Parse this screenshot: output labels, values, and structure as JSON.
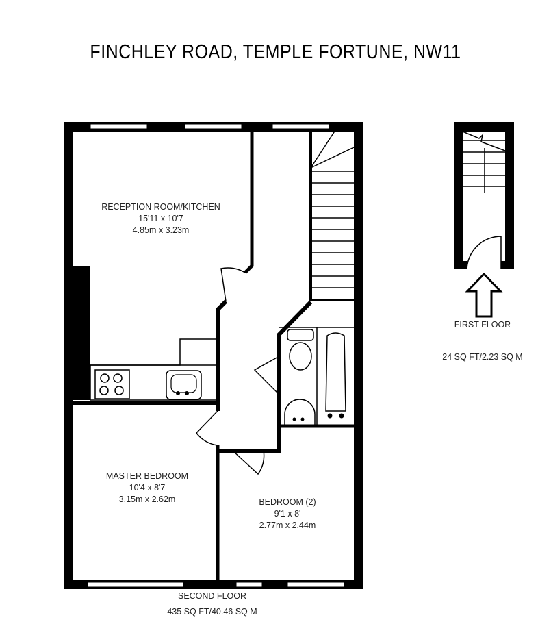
{
  "title": "FINCHLEY ROAD, TEMPLE FORTUNE, NW11",
  "rooms": {
    "reception": {
      "name": "RECEPTION ROOM/KITCHEN",
      "imperial": "15'11 x 10'7",
      "metric": "4.85m x 3.23m"
    },
    "master": {
      "name": "MASTER BEDROOM",
      "imperial": "10'4 x 8'7",
      "metric": "3.15m x 2.62m"
    },
    "bedroom2": {
      "name": "BEDROOM (2)",
      "imperial": "9'1 x 8'",
      "metric": "2.77m x 2.44m"
    }
  },
  "floors": {
    "second": {
      "label": "SECOND FLOOR",
      "area": "435 SQ FT/40.46 SQ M"
    },
    "first": {
      "label": "FIRST FLOOR",
      "area": "24 SQ FT/2.23 SQ M"
    }
  }
}
